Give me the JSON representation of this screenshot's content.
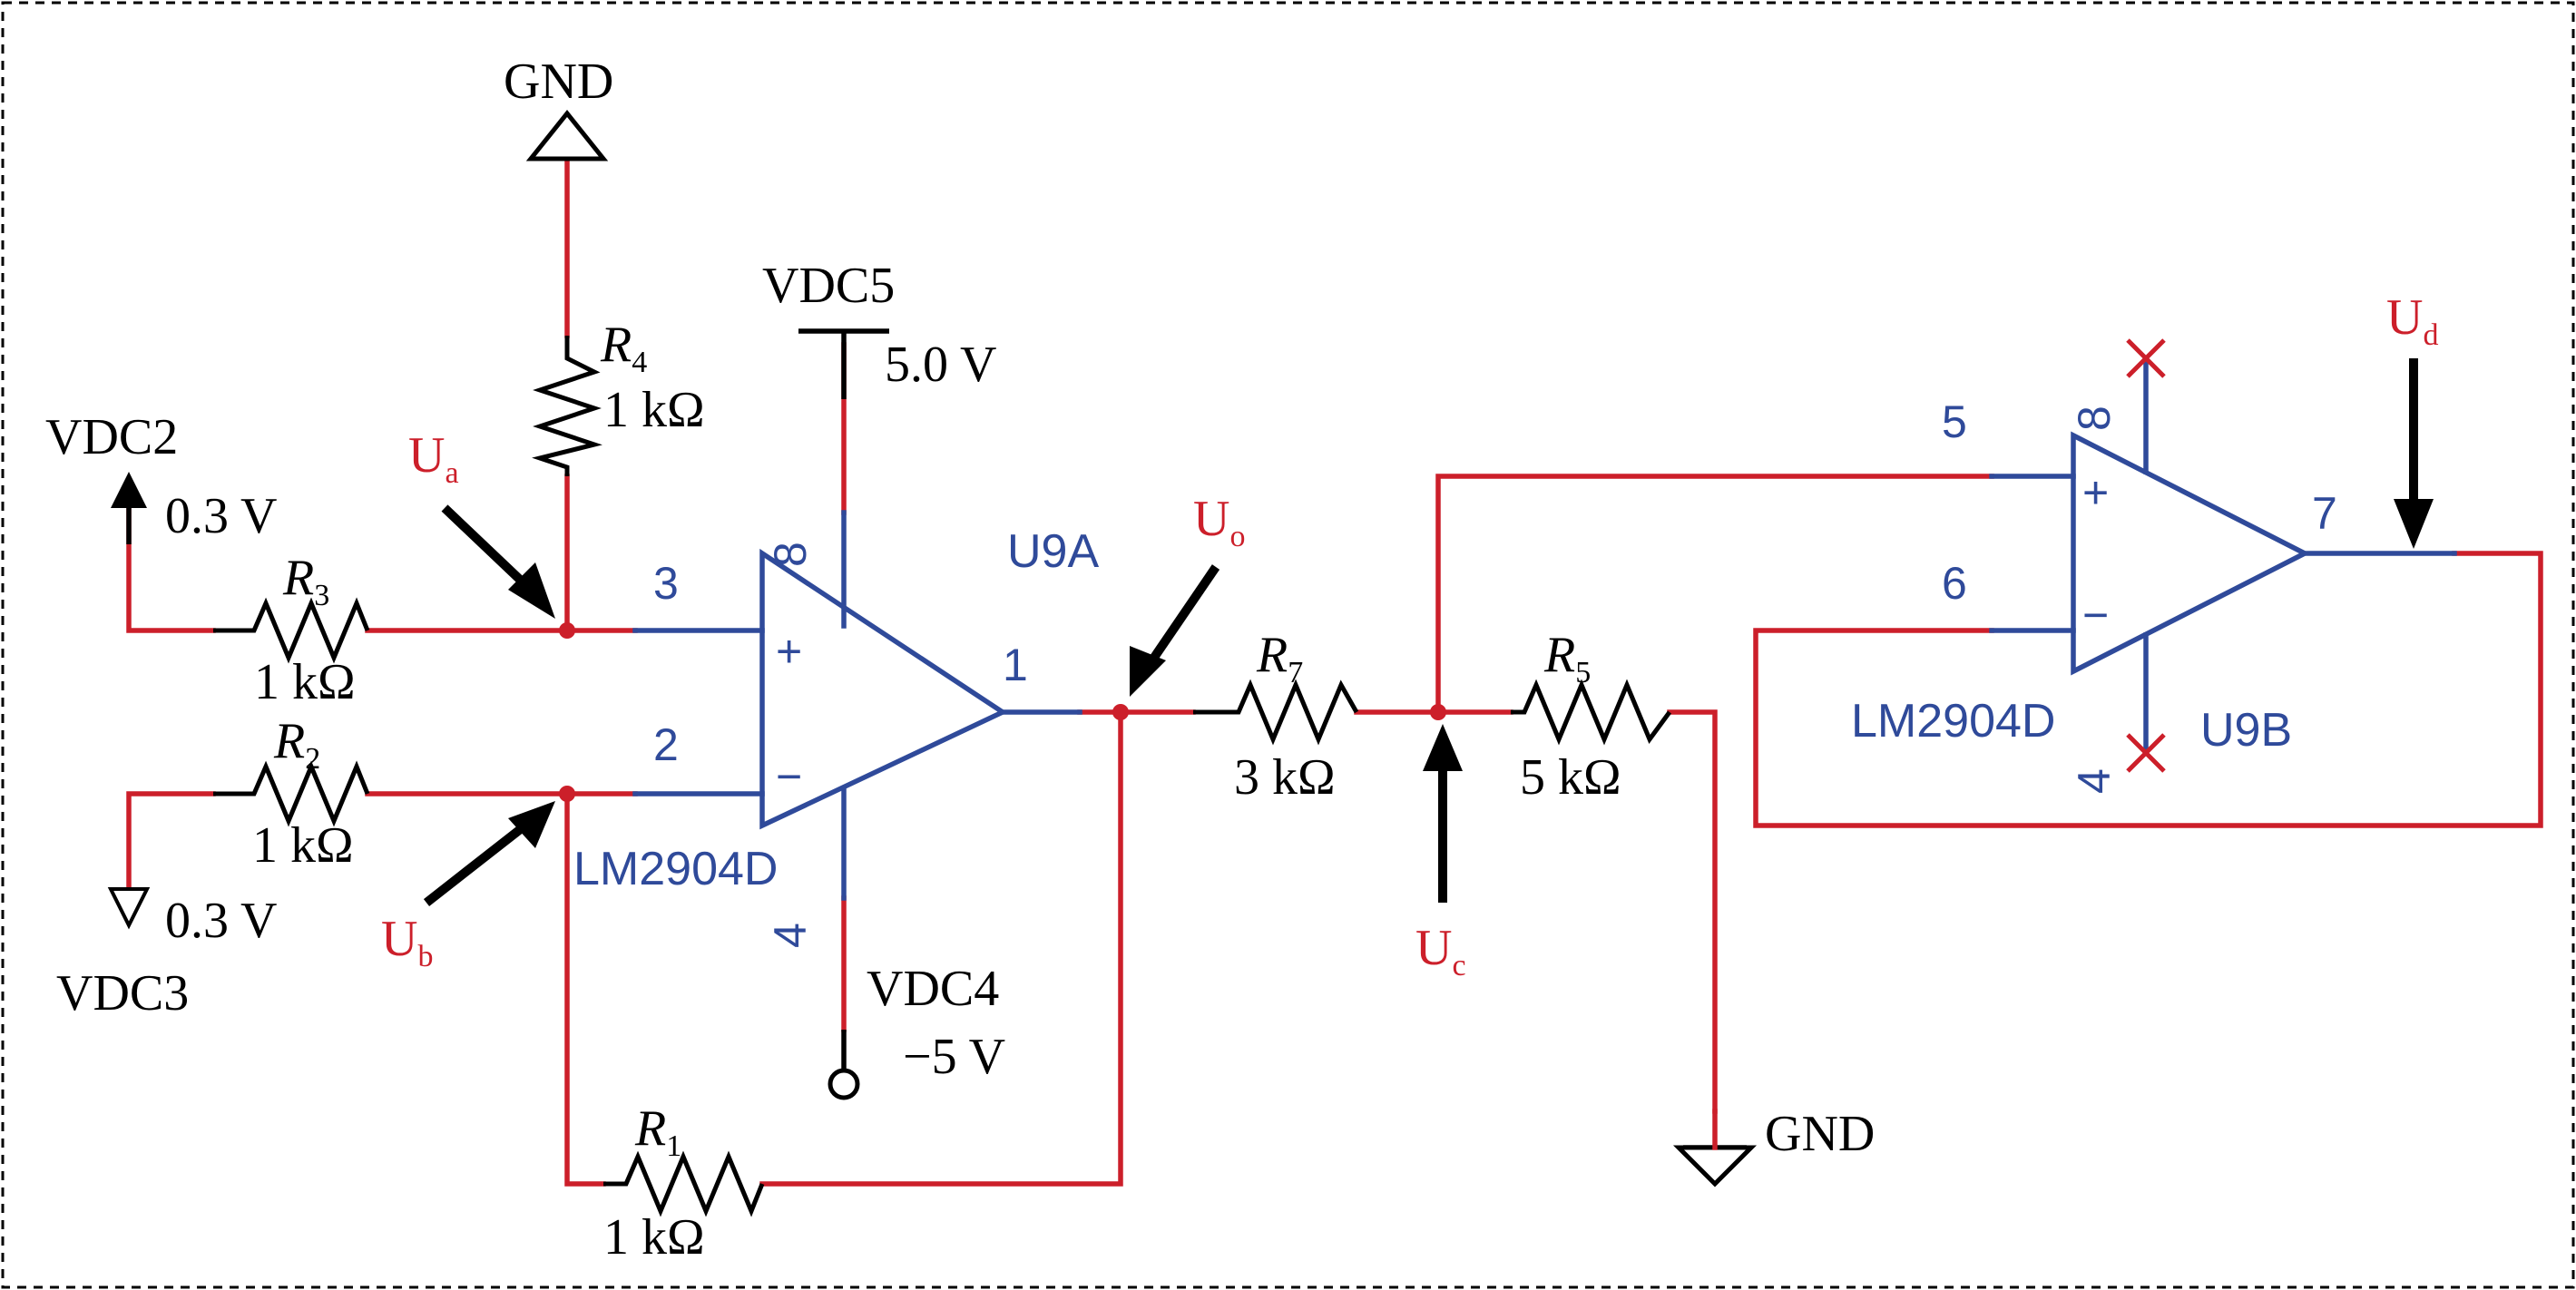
{
  "sources": {
    "vdc2": {
      "name": "VDC2",
      "value": "0.3 V"
    },
    "vdc3": {
      "name": "VDC3",
      "value": "0.3 V"
    },
    "vdc5": {
      "name": "VDC5",
      "value": "5.0 V"
    },
    "vdc4": {
      "name": "VDC4",
      "value": "−5 V"
    }
  },
  "grounds": {
    "gnd_top": "GND",
    "gnd_bottom": "GND"
  },
  "resistors": {
    "r4": {
      "name": "R",
      "sub": "4",
      "value": "1 kΩ"
    },
    "r3": {
      "name": "R",
      "sub": "3",
      "value": "1 kΩ"
    },
    "r2": {
      "name": "R",
      "sub": "2",
      "value": "1 kΩ"
    },
    "r1": {
      "name": "R",
      "sub": "1",
      "value": "1 kΩ"
    },
    "r7": {
      "name": "R",
      "sub": "7",
      "value": "3 kΩ"
    },
    "r5": {
      "name": "R",
      "sub": "5",
      "value": "5 kΩ"
    }
  },
  "opamps": {
    "u9a": {
      "ref": "U9A",
      "part": "LM2904D",
      "pins": {
        "in_plus": "3",
        "in_minus": "2",
        "out": "1",
        "vplus": "8",
        "vminus": "4"
      }
    },
    "u9b": {
      "ref": "U9B",
      "part": "LM2904D",
      "pins": {
        "in_plus": "5",
        "in_minus": "6",
        "out": "7",
        "vplus": "8",
        "vminus": "4"
      }
    }
  },
  "symbols": {
    "plus": "+",
    "minus": "−"
  },
  "nodes": {
    "ua": {
      "name": "U",
      "sub": "a"
    },
    "ub": {
      "name": "U",
      "sub": "b"
    },
    "uo": {
      "name": "U",
      "sub": "o"
    },
    "uc": {
      "name": "U",
      "sub": "c"
    },
    "ud": {
      "name": "U",
      "sub": "d"
    }
  },
  "colors": {
    "wire_red": "#cc1f2a",
    "wire_blue": "#2f4a9a",
    "text_black": "#000000"
  }
}
